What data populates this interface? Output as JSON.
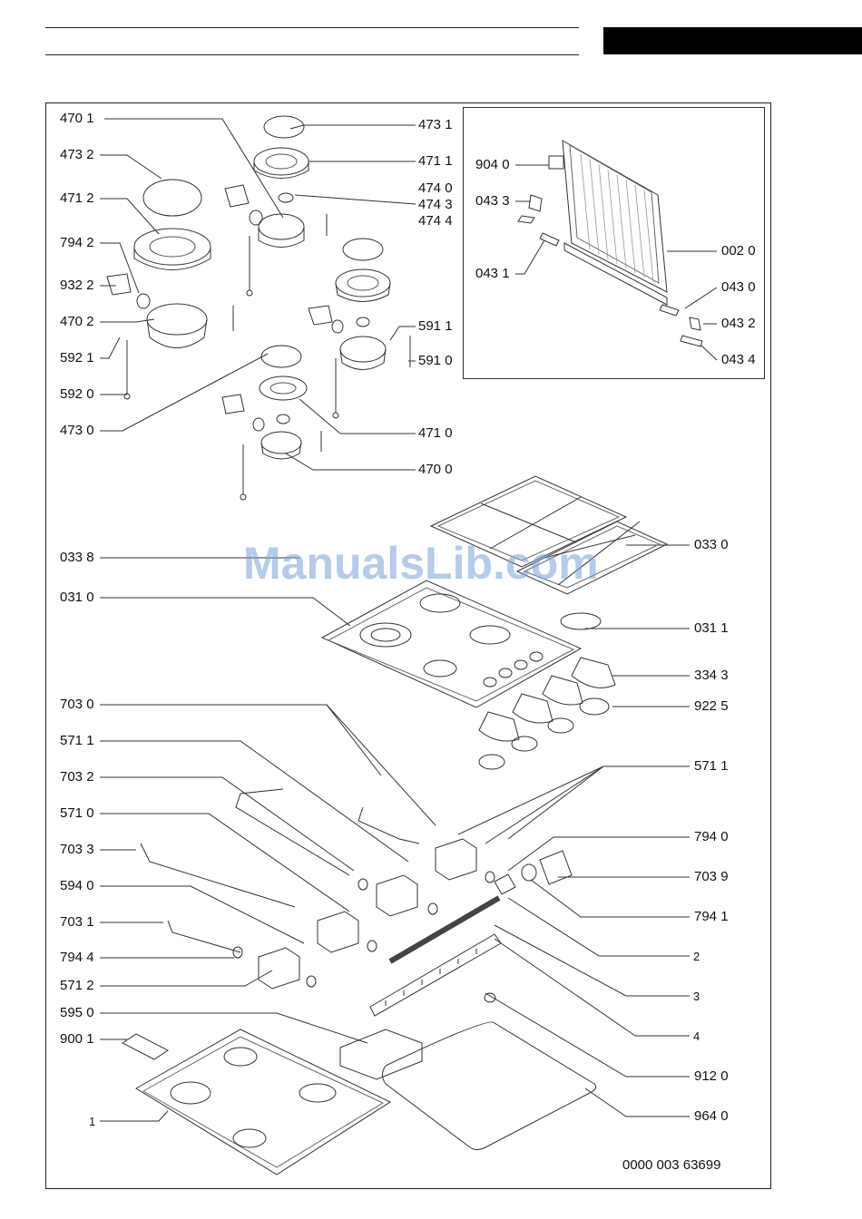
{
  "watermark": "ManualsLib.com",
  "document_number": "0000 003 63699",
  "labels_left": [
    "470 1",
    "473 2",
    "471 2",
    "794 2",
    "932 2",
    "470 2",
    "592 1",
    "592 0",
    "473 0",
    "033 8",
    "031 0",
    "703 0",
    "571 1",
    "703 2",
    "571 0",
    "703 3",
    "594 0",
    "703 1",
    "794 4",
    "571 2",
    "595 0",
    "900 1",
    "1"
  ],
  "labels_right": [
    "473 1",
    "471 1",
    "474 0",
    "474 3",
    "474 4",
    "591 1",
    "591 0",
    "471 0",
    "470 0",
    "033 0",
    "031 1",
    "334 3",
    "922 5",
    "571 1",
    "794 0",
    "703 9",
    "794 1",
    "2",
    "3",
    "4",
    "912 0",
    "964 0"
  ],
  "labels_inset": [
    "904 0",
    "043 3",
    "043 1",
    "002 0",
    "043 0",
    "043 2",
    "043 4"
  ]
}
